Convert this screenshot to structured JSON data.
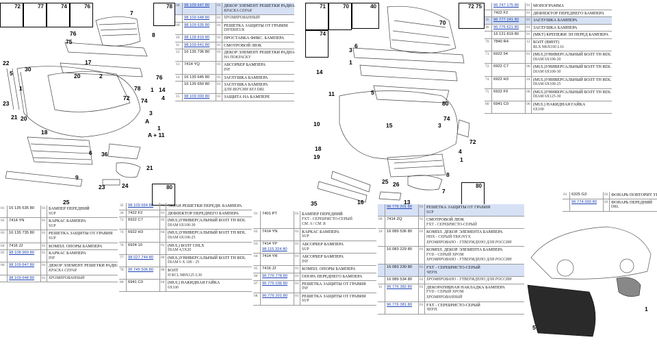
{
  "left_diagram": {
    "thumbs": [
      "72",
      "77",
      "74",
      "76"
    ],
    "thumb_78": "78",
    "thumb_80": "80",
    "labels": [
      "7",
      "15",
      "76",
      "75",
      "30",
      "17",
      "20",
      "22",
      "8",
      "2",
      "76",
      "5",
      "78",
      "1",
      "23",
      "1",
      "14",
      "4",
      "72",
      "74",
      "21",
      "20",
      "3",
      "A",
      "1",
      "A + 11",
      "18",
      "36",
      "6",
      "21",
      "23",
      "24",
      "9",
      "25"
    ]
  },
  "right_diagram": {
    "thumbs_left": [
      "40",
      "71",
      "70"
    ],
    "thumb_72_75": "72 75",
    "thumb_74": "74",
    "thumb_80": "80",
    "labels": [
      "3",
      "1",
      "6",
      "14",
      "11",
      "5",
      "10",
      "80",
      "74",
      "3",
      "72",
      "15",
      "18",
      "19",
      "25",
      "26",
      "4",
      "1",
      "8",
      "7",
      "13",
      "35",
      "16",
      "70"
    ]
  },
  "table1": [
    {
      "n": "08",
      "ref": "98 109 647 80",
      "link": true,
      "q": "01",
      "d1": "ДЕКОР ЭЛЕМЕНТ РЕШЕТКИ РАДИАТ",
      "d2": "КРАСКА СЕРАЯ",
      "it": true,
      "hl": true
    },
    {
      "n": "",
      "ref": "98 109 648 80",
      "link": true,
      "q": "01",
      "d1": "",
      "d2": "ХРОМИРОВАННЫЙ",
      "it": true
    },
    {
      "n": "09",
      "ref": "98 109 635 80",
      "link": true,
      "q": "01",
      "d1": "РЕШЕТКА ЗАЩИТЫ ОТ ГРАВИЯ",
      "d2": "DIFERIEUR",
      "it": false
    },
    {
      "n": "10",
      "ref": "98 128 819 80",
      "link": true,
      "q": "01",
      "d1": "ПРОСТАВКА ФИКС. БАМПЕРА",
      "d2": "",
      "it": false
    },
    {
      "n": "11",
      "ref": "98 109 641 80",
      "link": true,
      "q": "01",
      "d1": "СМОТРОВОЙ ЛЮК",
      "d2": "",
      "it": false
    },
    {
      "n": "12",
      "ref": "16 135 736 80",
      "link": false,
      "q": "01",
      "d1": "ДЕКОР ЭЛЕМЕНТ РЕШЕТКИ РАДИАТ",
      "d2": "НА ПОКРАСКУ",
      "it": true
    },
    {
      "n": "13",
      "ref": "7414 YQ",
      "link": false,
      "q": "01",
      "d1": "АБСОРБЕР БАМПЕРА",
      "d2": "INF",
      "it": false
    },
    {
      "n": "14",
      "ref": "16 135 645 80",
      "link": false,
      "q": "01",
      "d1": "ЗАГЛУШКА БАМПЕРА",
      "d2": "",
      "it": false
    },
    {
      "n": "",
      "ref": "16 135 650 80",
      "link": false,
      "q": "01",
      "d1": "ЗАГЛУШКА БАМПЕРА",
      "d2": "ДЛЯ ВЕРСИИ БЕЗ DRL",
      "it": true
    },
    {
      "n": "15",
      "ref": "98 109 000 80",
      "link": true,
      "q": "01",
      "d1": "ЗАЩИТА НА БАМПЕРЕ",
      "d2": "",
      "it": false
    }
  ],
  "table2": [
    {
      "n": "01",
      "ref": "16 135 635 80",
      "link": false,
      "q": "01",
      "d1": "БАМПЕР ПЕРЕДНИЙ",
      "d2": "SUP",
      "it": false
    },
    {
      "n": "02",
      "ref": "7414 YN",
      "link": false,
      "q": "01",
      "d1": "КАРКАС БАМПЕРА",
      "d2": "SUP",
      "it": false
    },
    {
      "n": "03",
      "ref": "16 135 735 80",
      "link": false,
      "q": "01",
      "d1": "РЕШЕТКА ЗАЩИТЫ ОТ ГРАВИЯ",
      "d2": "SUP",
      "it": false
    },
    {
      "n": "04",
      "ref": "7416 J2",
      "link": false,
      "q": "01",
      "d1": "КОМПЛ. ОПОРЫ БАМПЕРА",
      "d2": "",
      "it": false
    },
    {
      "n": "05",
      "ref": "98 108 969 80",
      "link": true,
      "q": "01",
      "d1": "КАРКАС БАМПЕРА",
      "d2": "INF",
      "it": false
    },
    {
      "n": "06",
      "ref": "98 109 647 80",
      "link": true,
      "q": "01",
      "d1": "ДЕКОР ЭЛЕМЕНТ РЕШЕТКИ РАДИАТ",
      "d2": "КРАСКА СЕРАЯ",
      "it": true
    },
    {
      "n": "",
      "ref": "98 109 648 80",
      "link": true,
      "q": "01",
      "d1": "",
      "d2": "ХРОМИРОВАННЫЙ",
      "it": true
    }
  ],
  "table3": [
    {
      "n": "35",
      "ref": "98 109 664 80",
      "link": true,
      "q": "01",
      "d1": "ЭКРАН РЕШЕТКИ ПЕРЕДН. БАМПЕРА",
      "d2": "",
      "it": false
    },
    {
      "n": "36",
      "ref": "7422 F2",
      "link": false,
      "q": "01",
      "d1": "ДЕФЛЕКТОР ПЕРЕДНЕГО БАМПЕРА",
      "d2": "",
      "it": false
    },
    {
      "n": "72",
      "ref": "6922 C7",
      "link": false,
      "q": "05",
      "d1": "(MUL)УНИВЕРСАЛЬНЫЙ БОЛТ TH RDL",
      "d2": "DIAM 6X100-30",
      "it": false
    },
    {
      "n": "74",
      "ref": "6922 H3",
      "link": false,
      "q": "04",
      "d1": "(MUL)УНИВЕРСАЛЬНЫЙ БОЛТ TH RDL",
      "d2": "DIAM 6X100-25",
      "it": false
    },
    {
      "n": "76",
      "ref": "6924 10",
      "link": false,
      "q": "01",
      "d1": "(MUL) БОЛТ CHLX",
      "d2": "DIAM 4,5X20",
      "it": false
    },
    {
      "n": "77",
      "ref": "98 027 744 80",
      "link": true,
      "q": "06",
      "d1": "(MUL)УНИВЕРСАЛЬНЫЙ БОЛТ TH RDL",
      "d2": "DIAM 6 X 100 - 25",
      "it": false
    },
    {
      "n": "78",
      "ref": "96 745 506 80",
      "link": true,
      "q": "08",
      "d1": "БОЛТ",
      "d2": "H RCL M8X125 L30",
      "it": false
    },
    {
      "n": "80",
      "ref": "6941 C0",
      "link": false,
      "q": "04",
      "d1": "(MUL) НАКИДНАЯ ГАЙКА",
      "d2": "6X100",
      "it": false
    }
  ],
  "table4": [
    {
      "n": "01",
      "ref": "7401 PT",
      "link": false,
      "q": "01",
      "d1": "БАМПЕР ПЕРЕДНИЙ",
      "d2": "FXT - СЕРЕБРИСТО-СЕРЫЙ",
      "d3": "CM. A / CM. B",
      "it": false
    },
    {
      "n": "02",
      "ref": "7414 YN",
      "link": false,
      "q": "01",
      "d1": "КАРКАС БАМПЕРА",
      "d2": "SUP",
      "it": false
    },
    {
      "n": "03",
      "ref": "7414 YP",
      "ref2": "98 115 324 80",
      "link": false,
      "q": "01",
      "d1": "АБСОРБЕР БАМПЕРА",
      "d2": "SUP",
      "it": false
    },
    {
      "n": "04",
      "ref": "7414 YR",
      "link": false,
      "q": "01",
      "d1": "АБСОРБЕР БАМПЕРА",
      "d2": "INF",
      "it": false
    },
    {
      "n": "05",
      "ref": "7416 J2",
      "link": false,
      "q": "01",
      "d1": "КОМПЛ. ОПОРЫ БАМПЕРА",
      "d2": "",
      "it": false
    },
    {
      "n": "06",
      "ref": "96 776 778 80",
      "link": true,
      "q": "01",
      "d1": "ОПОРА ПЕРЕДНЕГО БАМПЕРА",
      "d2": "",
      "it": false
    },
    {
      "n": "07",
      "ref": "96 776 036 80",
      "link": true,
      "q": "01",
      "d1": "РЕШЕТКА ЗАЩИТЫ ОТ ГРАВИЯ",
      "d2": "INF",
      "it": false
    },
    {
      "n": "08",
      "ref": "96 776 201 80",
      "link": true,
      "q": "01",
      "d1": "РЕШЕТКА ЗАЩИТЫ ОТ ГРАВИЯ",
      "d2": "SUP",
      "it": false
    }
  ],
  "table5": [
    {
      "n": "",
      "ref": "96 776 201 80",
      "link": true,
      "q": "01",
      "d1": "РЕШЕТКА ЗАЩИТЫ ОТ ГРАВИЯ",
      "d2": "SUP",
      "it": false,
      "hl": true
    },
    {
      "n": "09",
      "ref": "7414 ZQ",
      "link": false,
      "q": "01",
      "d1": "СМОТРОВОЙ ЛЮК",
      "d2": "FXT - СЕРЕБРИСТО-СЕРЫЙ",
      "it": false
    },
    {
      "n": "10",
      "ref": "16 089 536 80",
      "link": false,
      "q": "01",
      "d1": "КОМПЛ. ДЕКОР. ЭЛЕМЕНТА БАМПЕРА",
      "d2": "HDX - СЕРЫЙ TRIGNYX",
      "d3": "ХРОМИРОВАНО - УТВЕРЖДЕНО ДЛЯ РОССИИ",
      "it": false
    },
    {
      "n": "",
      "ref": "16 083 229 80",
      "link": false,
      "q": "01",
      "d1": "КОМПЛ. ДЕКОР. ЭЛЕМЕНТА БАМПЕРА",
      "d2": "FVD - СЕРЫЙ ХРОМ",
      "d3": "ХРОМИРОВАНО - УТВЕРЖДЕНО ДЛЯ РОССИИ",
      "it": false
    },
    {
      "n": "",
      "ref": "16 083 230 80",
      "link": false,
      "q": "01",
      "d1": "FXT - СЕРЕБРИСТО-СЕРЫЙ",
      "d2": "ЧЕРН.",
      "it": true,
      "hl": true
    },
    {
      "n": "",
      "ref": "16 089 534 80",
      "link": false,
      "q": "01",
      "d1": "",
      "d2": "ХРОМИРОВАНО - УТВЕРЖДЕНО ДЛЯ РОССИИ",
      "it": true
    },
    {
      "n": "11",
      "ref": "96 776 382 80",
      "link": true,
      "q": "01",
      "d1": "ДЕКОРАТИВНАЯ НАКЛАДКА БАМПЕРА",
      "d2": "FVD - СЕРЫЙ ХРОМ",
      "d3": "ХРОМИРОВАННЫЙ",
      "it": false
    },
    {
      "n": "",
      "ref": "96 776 381 80",
      "link": true,
      "q": "01",
      "d1": "FXT - СЕРЕБРИСТО-СЕРЫЙ",
      "d2": "ЧЕРН.",
      "it": true
    }
  ],
  "table6": [
    {
      "n": "",
      "ref": "96 747 175 80",
      "link": true,
      "q": "01",
      "d1": "МОНОГРАММА",
      "d2": "",
      "it": false
    },
    {
      "n": "",
      "ref": "7422 F2",
      "link": false,
      "q": "01",
      "d1": "ДЕФЛЕКТОР ПЕРЕДНЕГО БАМПЕРА",
      "d2": "",
      "it": false
    },
    {
      "n": "35",
      "ref": "96 777 241 80",
      "link": true,
      "q": "01",
      "d1": "ЗАГЛУШКА БАМПЕРА",
      "d2": "",
      "it": false,
      "hl": true
    },
    {
      "n": "36",
      "ref": "96 776 621 80",
      "link": true,
      "q": "01",
      "d1": "ЗАГЛУШКА БАМПЕРА",
      "d2": "",
      "it": false
    },
    {
      "n": "",
      "ref": "16 131 819 80",
      "link": false,
      "q": "01",
      "d1": "(MKT) КРЕПЕЖИ ЭЛ ПЕРЕД БАМПЕРА",
      "d2": "",
      "it": false
    },
    {
      "n": "70",
      "ref": "7840 R4",
      "link": false,
      "q": "12",
      "d1": "БОЛТ (ВИНТ)",
      "d2": "RLX M6X100 L16",
      "it": false
    },
    {
      "n": "71",
      "ref": "6922 54",
      "link": false,
      "q": "01",
      "d1": "(MUL)УНИВЕРСАЛЬНЫЙ БОЛТ TH RDL",
      "d2": "DIAM 6X100-20",
      "it": false
    },
    {
      "n": "72",
      "ref": "6922 C7",
      "link": false,
      "q": "06",
      "d1": "(MUL)УНИВЕРСАЛЬНЫЙ БОЛТ TH RDL",
      "d2": "DIAM 6X100-30",
      "it": false
    },
    {
      "n": "74",
      "ref": "6922 H3",
      "link": false,
      "q": "24",
      "d1": "(MUL)УНИВЕРСАЛЬНЫЙ БОЛТ TH RDL",
      "d2": "DIAM 6X100-25",
      "it": false
    },
    {
      "n": "75",
      "ref": "6922 F0",
      "link": false,
      "q": "06",
      "d1": "(MUL)УНИВЕРСАЛЬНЫЙ БОЛТ TH RDL",
      "d2": "DIAM 6X125-30",
      "it": false
    },
    {
      "n": "80",
      "ref": "6941 C0",
      "link": false,
      "q": "06",
      "d1": "(MUL) НАКИДНАЯ ГАЙКА",
      "d2": "6X100",
      "it": false
    }
  ],
  "table7": [
    {
      "n": "01",
      "ref": "6325 G3",
      "link": false,
      "q": "02",
      "d1": "ФОНАРЬ ПОВТОРИТ УК",
      "d2": "",
      "it": false
    },
    {
      "n": "",
      "ref": "96 774 093 80",
      "link": true,
      "q": "02",
      "d1": "ФОНАРЬ ПЕРЕДНИЙ",
      "d2": "DRL",
      "it": false
    }
  ],
  "lamp_labels": [
    "5",
    "1"
  ]
}
